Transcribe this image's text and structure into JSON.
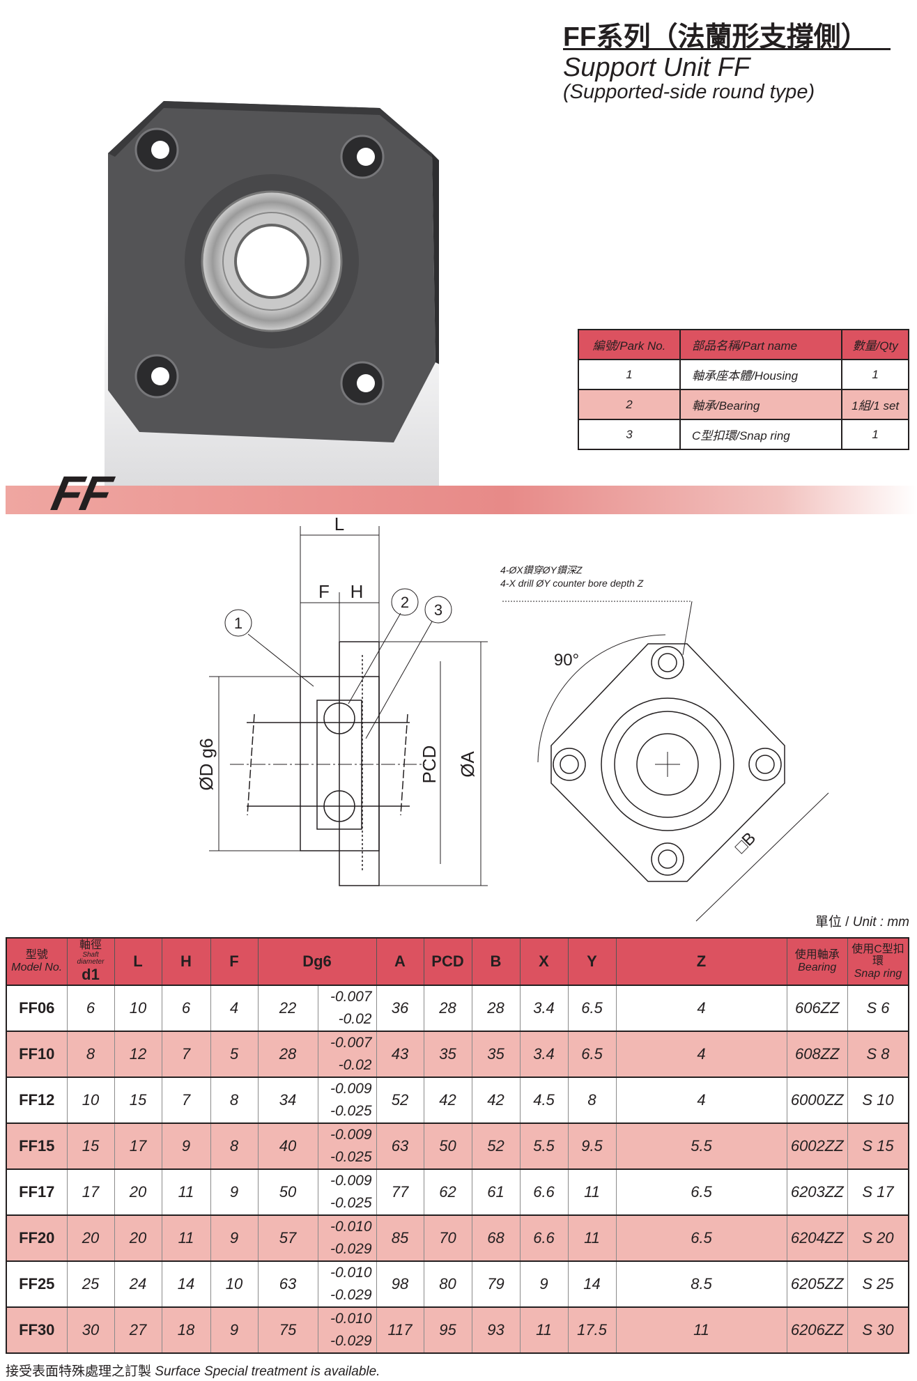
{
  "header": {
    "title": "FF系列（法蘭形支撐側）",
    "subtitle": "Support Unit FF",
    "subtitle2": "(Supported-side round type)"
  },
  "parts_table": {
    "headers": [
      "編號/Park No.",
      "部品名稱/Part name",
      "數量/Qty"
    ],
    "rows": [
      {
        "no": "1",
        "name": "軸承座本體/Housing",
        "qty": "1"
      },
      {
        "no": "2",
        "name": "軸承/Bearing",
        "qty": "1組/1 set"
      },
      {
        "no": "3",
        "name": "C型扣環/Snap ring",
        "qty": "1"
      }
    ]
  },
  "banner": {
    "label": "FF"
  },
  "drawing": {
    "dim_L": "L",
    "dim_F": "F",
    "dim_H": "H",
    "dim_D": "ØD g6",
    "dim_PCD": "PCD",
    "dim_A": "ØA",
    "dim_B": "□B",
    "angle": "90°",
    "callouts": [
      "1",
      "2",
      "3"
    ],
    "hole_note_zh": "4-ØX鑽穿ØY鑽深Z",
    "hole_note_en": "4-X drill ØY counter bore depth Z"
  },
  "unit": {
    "zh": "單位 / ",
    "en": "Unit : mm"
  },
  "spec_table": {
    "headers": {
      "model_zh": "型號",
      "model_en": "Model No.",
      "d1_zh": "軸徑",
      "d1_en1": "Shaft",
      "d1_en2": "diameter",
      "d1": "d1",
      "L": "L",
      "H": "H",
      "F": "F",
      "Dg6": "Dg6",
      "A": "A",
      "PCD": "PCD",
      "B": "B",
      "X": "X",
      "Y": "Y",
      "Z": "Z",
      "bearing_zh": "使用軸承",
      "bearing_en": "Bearing",
      "snap_zh": "使用C型扣環",
      "snap_en": "Snap ring"
    },
    "rows": [
      {
        "model": "FF06",
        "d1": "6",
        "L": "10",
        "H": "6",
        "F": "4",
        "D": "22",
        "tol_up": "-0.007",
        "tol_lo": "-0.02",
        "A": "36",
        "PCD": "28",
        "B": "28",
        "X": "3.4",
        "Y": "6.5",
        "Z": "4",
        "bearing": "606ZZ",
        "snap": "S 6"
      },
      {
        "model": "FF10",
        "d1": "8",
        "L": "12",
        "H": "7",
        "F": "5",
        "D": "28",
        "tol_up": "-0.007",
        "tol_lo": "-0.02",
        "A": "43",
        "PCD": "35",
        "B": "35",
        "X": "3.4",
        "Y": "6.5",
        "Z": "4",
        "bearing": "608ZZ",
        "snap": "S 8"
      },
      {
        "model": "FF12",
        "d1": "10",
        "L": "15",
        "H": "7",
        "F": "8",
        "D": "34",
        "tol_up": "-0.009",
        "tol_lo": "-0.025",
        "A": "52",
        "PCD": "42",
        "B": "42",
        "X": "4.5",
        "Y": "8",
        "Z": "4",
        "bearing": "6000ZZ",
        "snap": "S 10"
      },
      {
        "model": "FF15",
        "d1": "15",
        "L": "17",
        "H": "9",
        "F": "8",
        "D": "40",
        "tol_up": "-0.009",
        "tol_lo": "-0.025",
        "A": "63",
        "PCD": "50",
        "B": "52",
        "X": "5.5",
        "Y": "9.5",
        "Z": "5.5",
        "bearing": "6002ZZ",
        "snap": "S 15"
      },
      {
        "model": "FF17",
        "d1": "17",
        "L": "20",
        "H": "11",
        "F": "9",
        "D": "50",
        "tol_up": "-0.009",
        "tol_lo": "-0.025",
        "A": "77",
        "PCD": "62",
        "B": "61",
        "X": "6.6",
        "Y": "11",
        "Z": "6.5",
        "bearing": "6203ZZ",
        "snap": "S 17"
      },
      {
        "model": "FF20",
        "d1": "20",
        "L": "20",
        "H": "11",
        "F": "9",
        "D": "57",
        "tol_up": "-0.010",
        "tol_lo": "-0.029",
        "A": "85",
        "PCD": "70",
        "B": "68",
        "X": "6.6",
        "Y": "11",
        "Z": "6.5",
        "bearing": "6204ZZ",
        "snap": "S 20"
      },
      {
        "model": "FF25",
        "d1": "25",
        "L": "24",
        "H": "14",
        "F": "10",
        "D": "63",
        "tol_up": "-0.010",
        "tol_lo": "-0.029",
        "A": "98",
        "PCD": "80",
        "B": "79",
        "X": "9",
        "Y": "14",
        "Z": "8.5",
        "bearing": "6205ZZ",
        "snap": "S 25"
      },
      {
        "model": "FF30",
        "d1": "30",
        "L": "27",
        "H": "18",
        "F": "9",
        "D": "75",
        "tol_up": "-0.010",
        "tol_lo": "-0.029",
        "A": "117",
        "PCD": "95",
        "B": "93",
        "X": "11",
        "Y": "17.5",
        "Z": "11",
        "bearing": "6206ZZ",
        "snap": "S 30"
      }
    ]
  },
  "footer": {
    "zh": "接受表面特殊處理之訂製 ",
    "en": "Surface Special treatment is available."
  },
  "colors": {
    "header_red": "#dc5260",
    "row_pink": "#f2b8b3",
    "text": "#231f20"
  }
}
